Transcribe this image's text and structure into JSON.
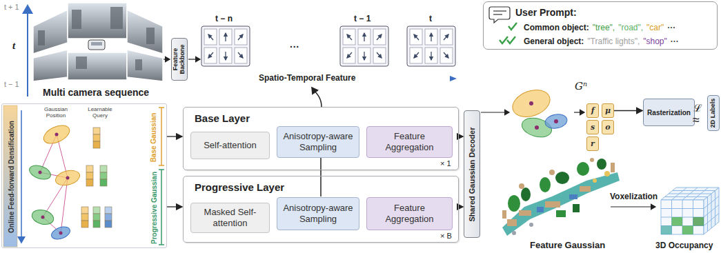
{
  "diagram": {
    "nodes": [
      {
        "text": [
          "Feature Backbone"
        ]
      },
      {
        "text": [
          "User Prompt:",
          "Common object:",
          "\"tree\",",
          "\"road\",",
          "\"car\"",
          "···",
          "General object:",
          "\"Traffic lights\",",
          "\"shop\"",
          "···"
        ]
      },
      {
        "text": [
          "Online Feed-forward Densification",
          "Gaussian Position",
          "Learnable Query",
          "Base Gaussian",
          "Progressive Gaussian"
        ]
      },
      {
        "text": [
          "Base Layer",
          "× 1"
        ]
      },
      {
        "text": [
          "Self-attention"
        ],
        "in": 3
      },
      {
        "text": [
          "Anisotropy-aware Sampling"
        ],
        "in": 3
      },
      {
        "text": [
          "Feature Aggregation"
        ],
        "in": 3
      },
      {
        "text": [
          "Progressive Layer",
          "× B"
        ]
      },
      {
        "text": [
          "Masked Self-attention"
        ],
        "in": 7
      },
      {
        "text": [
          "Anisotropy-aware Sampling"
        ],
        "in": 7
      },
      {
        "text": [
          "Feature Aggregation"
        ],
        "in": 7
      },
      {
        "text": [
          "Shared Gaussian Decoder"
        ]
      },
      {
        "text": [
          "f"
        ]
      },
      {
        "text": [
          "μ"
        ]
      },
      {
        "text": [
          "s"
        ]
      },
      {
        "text": [
          "o"
        ]
      },
      {
        "text": [
          "r"
        ]
      },
      {
        "text": [
          "Rasterization"
        ]
      },
      {
        "text": [
          "2D Labels"
        ]
      }
    ],
    "edges": [
      {
        "from": 2,
        "to": 3,
        "arrow": "to"
      },
      {
        "from": 2,
        "to": 7,
        "arrow": "to"
      },
      {
        "from": 3,
        "to": 11,
        "arrow": "to"
      },
      {
        "from": 7,
        "to": 11,
        "arrow": "to"
      },
      {
        "from": 13,
        "to": 17,
        "arrow": "to"
      }
    ],
    "labels": [
      "t + 1",
      "t",
      "t − 1",
      "Multi camera sequence",
      "t − n",
      "···",
      "t − 1",
      "t",
      "Spatio-Temporal Feature",
      "Gⁿ",
      "ℒ",
      "≈",
      "Feature Gaussian",
      "Voxelization",
      "3D Occupancy"
    ]
  }
}
